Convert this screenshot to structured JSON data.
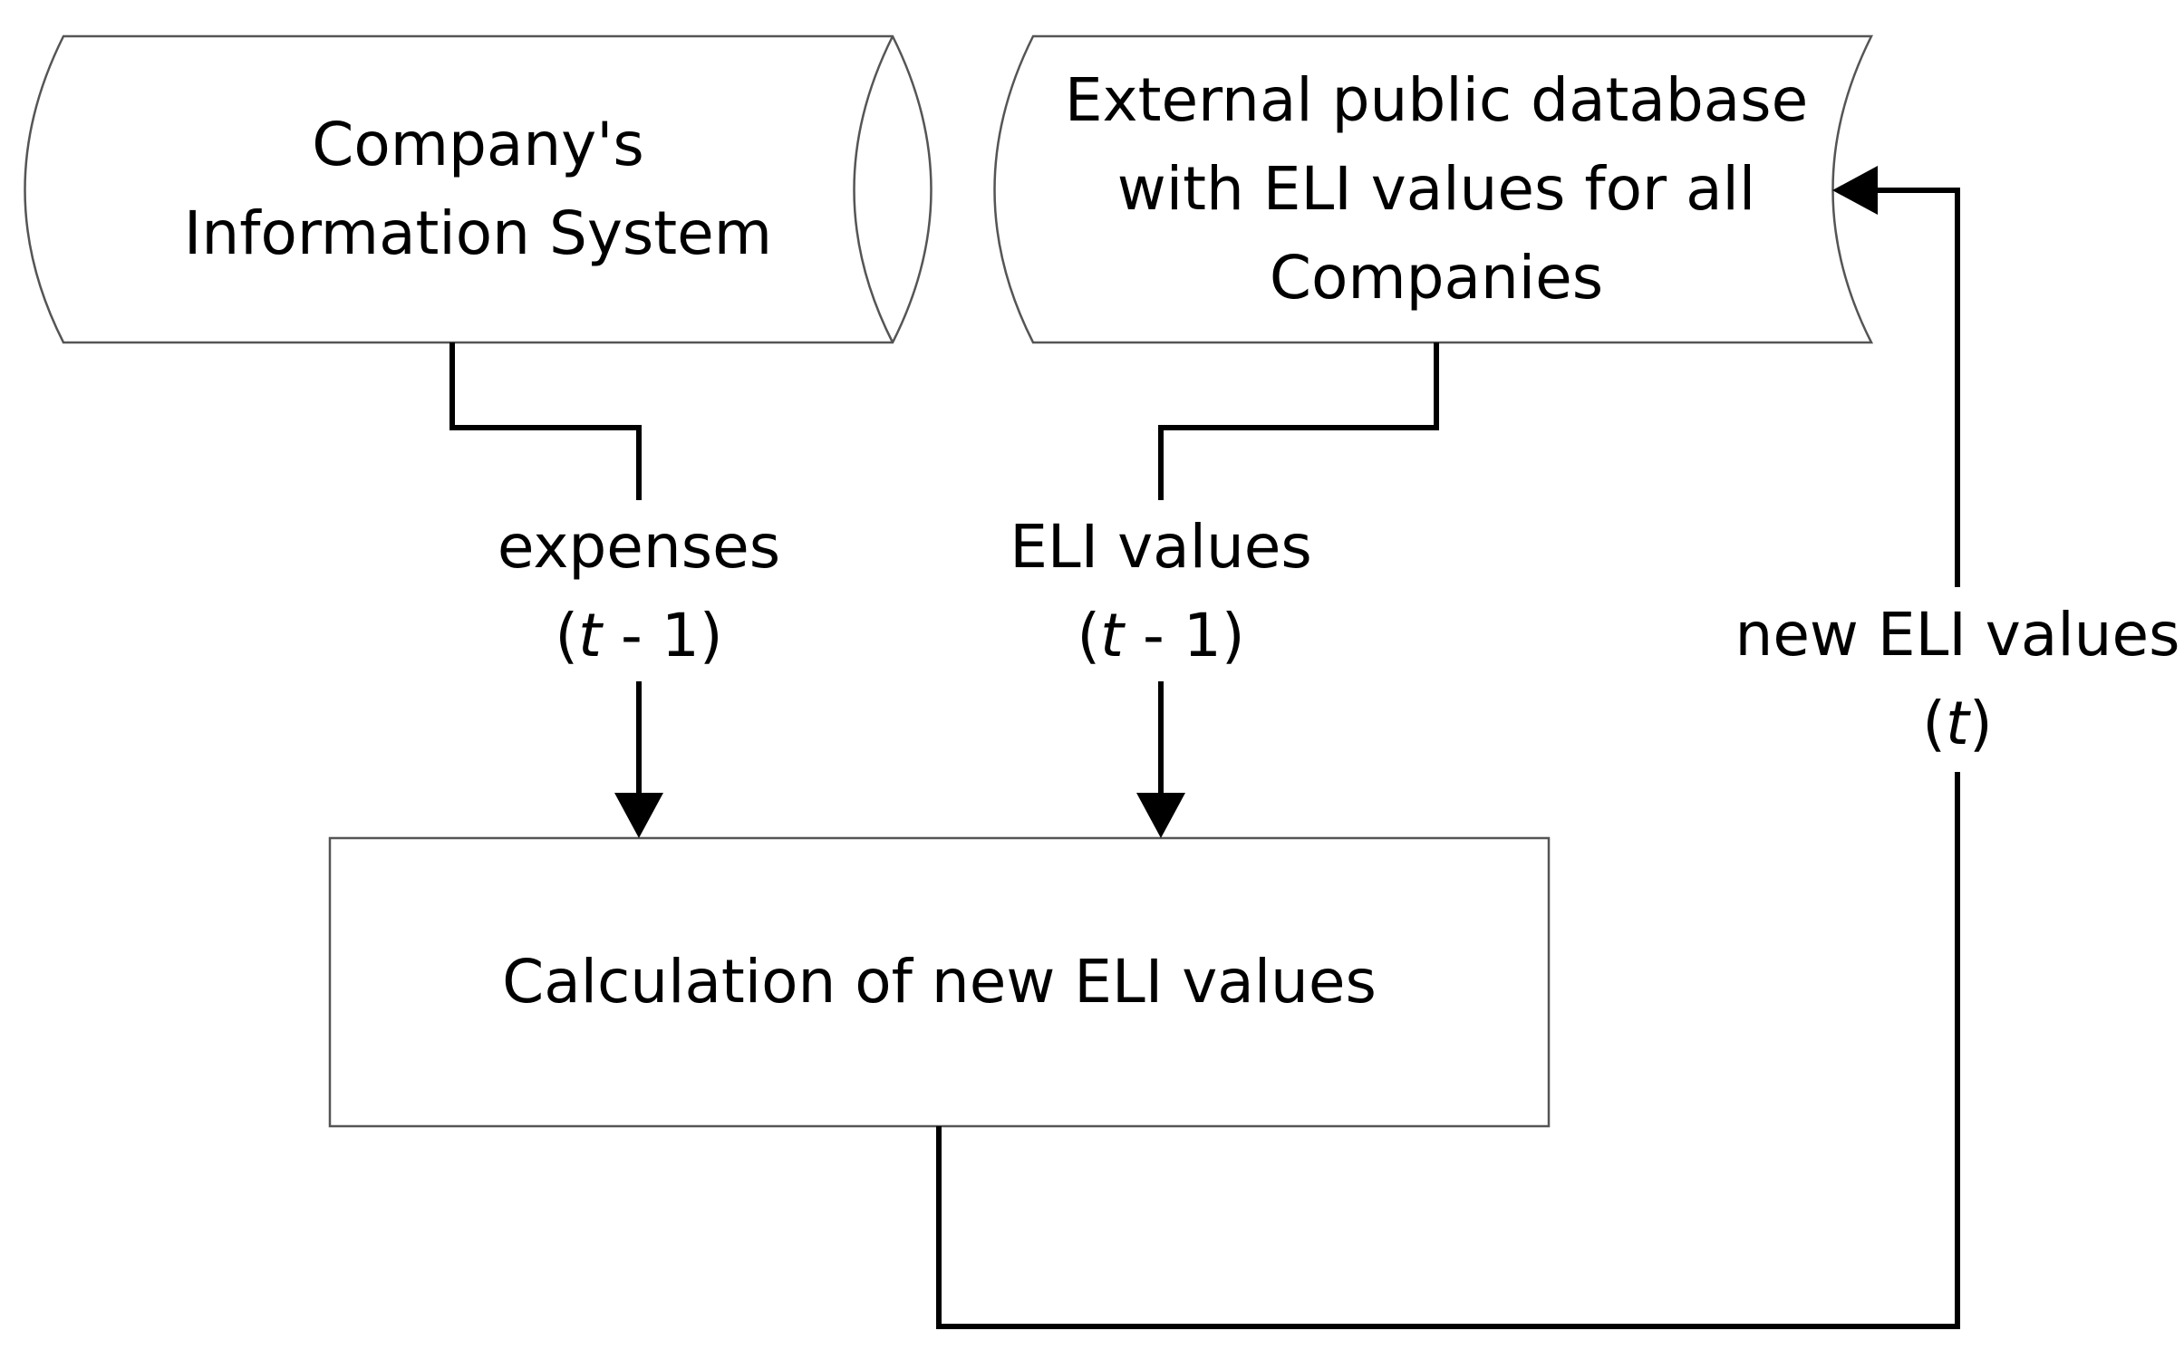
{
  "nodes": {
    "company_is": {
      "lines": [
        "Company's",
        "Information System"
      ]
    },
    "external_db": {
      "lines": [
        "External public database",
        "with ELI values for all",
        "Companies"
      ]
    },
    "calculation": {
      "label": "Calculation of new ELI values"
    }
  },
  "edges": {
    "expenses": {
      "line1": "expenses",
      "paren_open": "(",
      "var": "t",
      "rest": " - 1)"
    },
    "eli_values": {
      "line1": "ELI values",
      "paren_open": "(",
      "var": "t",
      "rest": " - 1)"
    },
    "new_eli_values": {
      "line1": "new ELI values",
      "paren_open": "(",
      "var": "t",
      "rest": ")"
    }
  },
  "colors": {
    "stroke": "#000000",
    "shape_stroke": "#555555",
    "background": "#ffffff"
  }
}
